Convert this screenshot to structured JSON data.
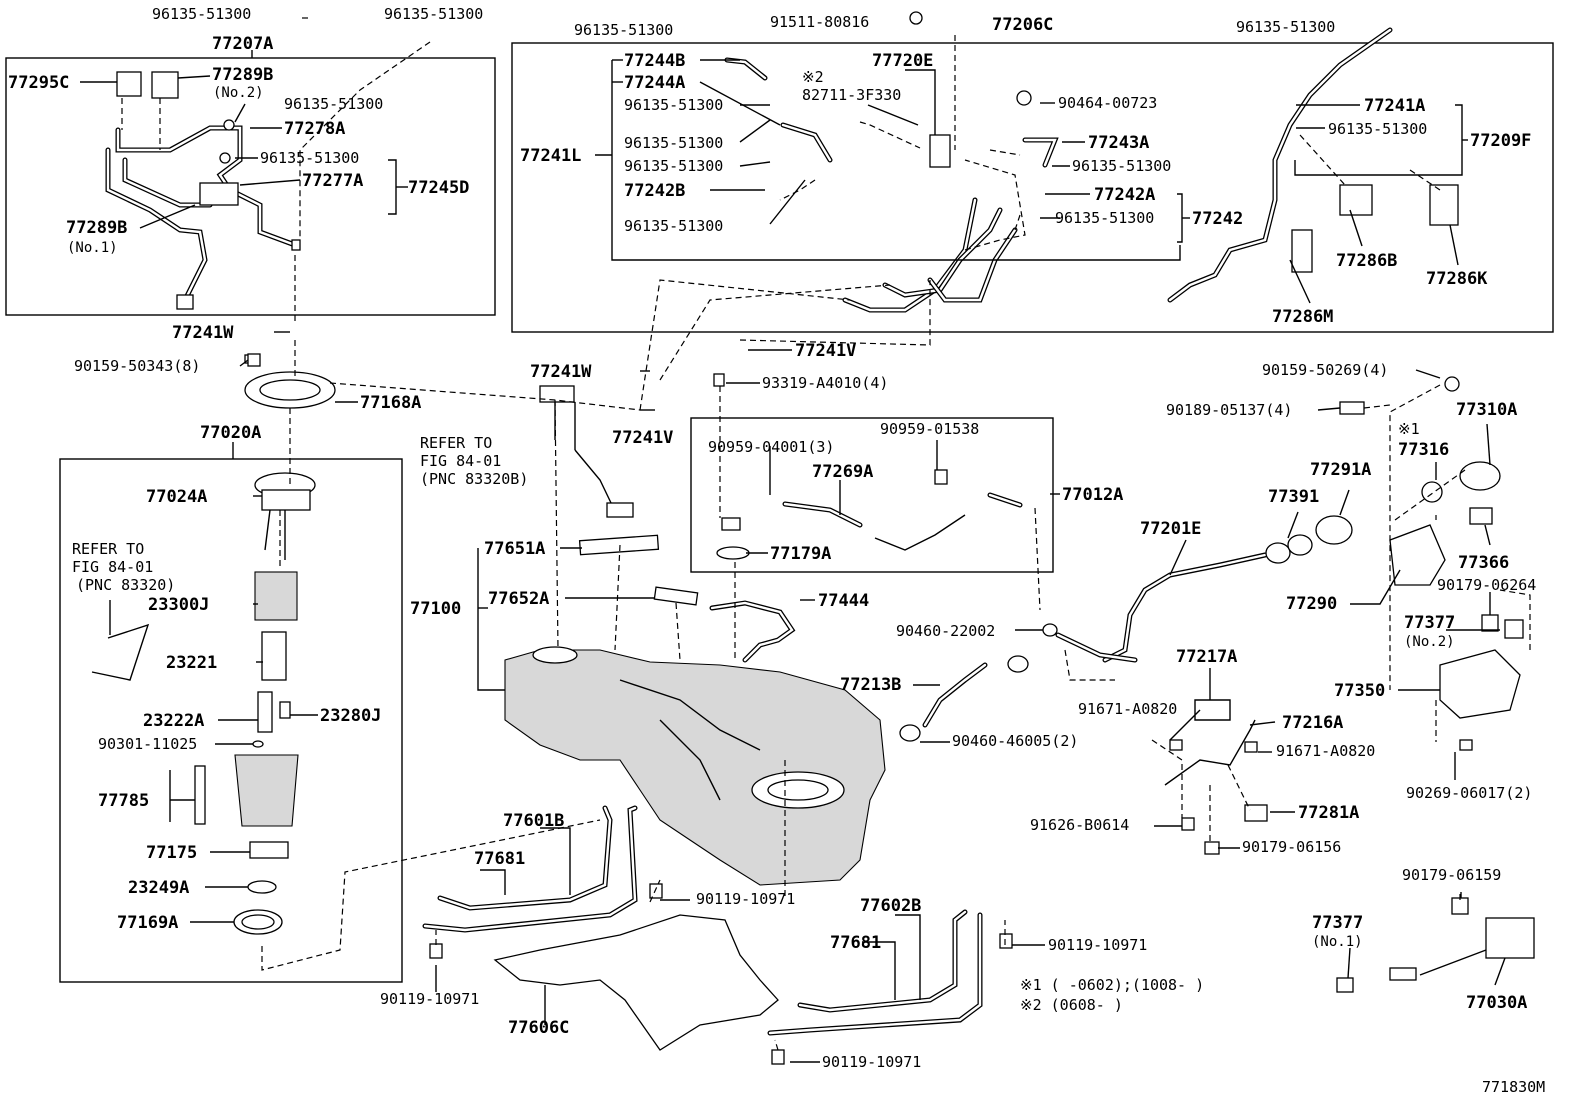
{
  "diagram_id": "771830M",
  "footnotes": {
    "n1": "※1 (     -0602);(1008-     )",
    "n2": "※2 (0608-     )"
  },
  "refs": {
    "left": [
      "REFER TO",
      "FIG  84-01",
      "(PNC  83320)"
    ],
    "mid": [
      "REFER TO",
      "FIG  84-01",
      "(PNC  83320B)"
    ]
  },
  "assemblies": {
    "a77207A": "77207A",
    "a77206C": "77206C",
    "a77245D": "77245D",
    "a77241L": "77241L",
    "a77242": "77242",
    "a77209F": "77209F",
    "a77020A": "77020A",
    "a77012A": "77012A",
    "a77100": "77100",
    "a77310A": "77310A"
  },
  "parts": {
    "p01": "96135-51300",
    "p02": "96135-51300",
    "p03": "77295C",
    "p04": "77289B",
    "p04s": "(No.2)",
    "p05": "96135-51300",
    "p06": "77278A",
    "p07": "96135-51300",
    "p08": "77277A",
    "p09": "77289B",
    "p09s": "(No.1)",
    "p10": "77241W",
    "p11": "90159-50343(8)",
    "p12": "77168A",
    "p13": "77024A",
    "p14": "23300J",
    "p15": "23221",
    "p16": "23222A",
    "p17": "23280J",
    "p18": "90301-11025",
    "p19": "77785",
    "p20": "77175",
    "p21": "23249A",
    "p22": "77169A",
    "p23": "96135-51300",
    "p24": "91511-80816",
    "p25": "77244B",
    "p26": "77244A",
    "p27": "96135-51300",
    "p28": "96135-51300",
    "p29": "96135-51300",
    "p30": "77242B",
    "p31": "96135-51300",
    "p32": "77720E",
    "p33": "※2",
    "p34": "82711-3F330",
    "p35": "90464-00723",
    "p36": "77243A",
    "p37": "96135-51300",
    "p38": "77242A",
    "p39": "96135-51300",
    "p40": "96135-51300",
    "p41": "77241A",
    "p42": "96135-51300",
    "p43": "77286B",
    "p44": "77286K",
    "p45": "77286M",
    "p46": "77241W",
    "p47": "77241V",
    "p48": "77241V",
    "p49": "93319-A4010(4)",
    "p50": "90959-04001(3)",
    "p51": "90959-01538",
    "p52": "77269A",
    "p53": "77179A",
    "p54": "77651A",
    "p55": "77652A",
    "p56": "77444",
    "p57": "90159-50269(4)",
    "p58": "90189-05137(4)",
    "p59": "※1",
    "p60": "77316",
    "p61": "77291A",
    "p62": "77391",
    "p63": "77201E",
    "p64": "77366",
    "p65": "90179-06264",
    "p66": "77290",
    "p67": "77377",
    "p67s": "(No.2)",
    "p68": "90460-22002",
    "p69": "77217A",
    "p70": "77213B",
    "p71": "91671-A0820",
    "p72": "77216A",
    "p73": "77350",
    "p74": "90460-46005(2)",
    "p75": "91671-A0820",
    "p76": "90269-06017(2)",
    "p77": "77281A",
    "p78": "91626-B0614",
    "p79": "90179-06156",
    "p80": "77601B",
    "p81": "77681",
    "p82": "90119-10971",
    "p83": "77602B",
    "p84": "77681",
    "p85": "90119-10971",
    "p86": "90119-10971",
    "p87": "77606C",
    "p88": "90119-10971",
    "p89": "90179-06159",
    "p90": "77377",
    "p90s": "(No.1)",
    "p91": "77030A"
  }
}
